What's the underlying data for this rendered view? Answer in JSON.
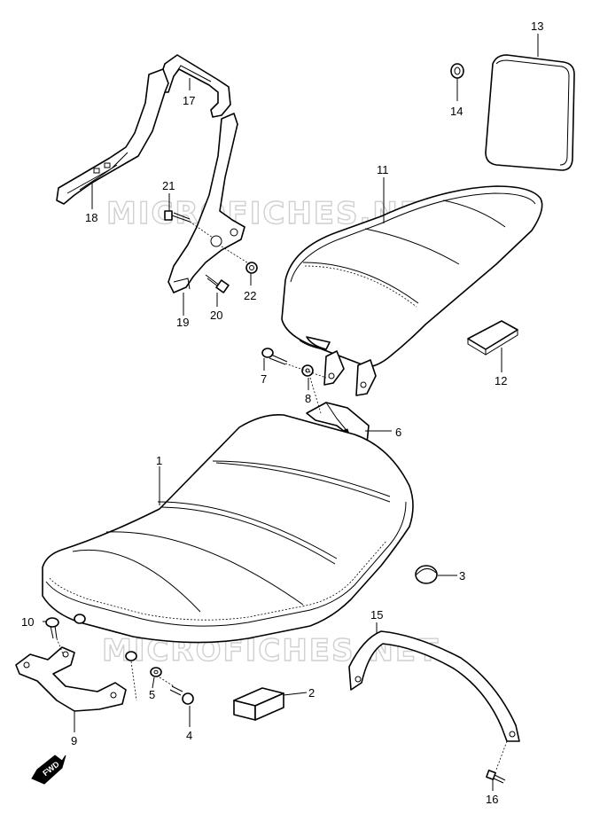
{
  "watermarks": [
    "MICROFICHES.NET",
    "MICROFICHES.NET"
  ],
  "fwd_label": "FWD",
  "callouts": [
    {
      "id": "1",
      "label": "1"
    },
    {
      "id": "2",
      "label": "2"
    },
    {
      "id": "3",
      "label": "3"
    },
    {
      "id": "4",
      "label": "4"
    },
    {
      "id": "5",
      "label": "5"
    },
    {
      "id": "6",
      "label": "6"
    },
    {
      "id": "7",
      "label": "7"
    },
    {
      "id": "8",
      "label": "8"
    },
    {
      "id": "9",
      "label": "9"
    },
    {
      "id": "10",
      "label": "10"
    },
    {
      "id": "11",
      "label": "11"
    },
    {
      "id": "12",
      "label": "12"
    },
    {
      "id": "13",
      "label": "13"
    },
    {
      "id": "14",
      "label": "14"
    },
    {
      "id": "15",
      "label": "15"
    },
    {
      "id": "16",
      "label": "16"
    },
    {
      "id": "17",
      "label": "17"
    },
    {
      "id": "18",
      "label": "18"
    },
    {
      "id": "19",
      "label": "19"
    },
    {
      "id": "20",
      "label": "20"
    },
    {
      "id": "21",
      "label": "21"
    },
    {
      "id": "22",
      "label": "22"
    }
  ]
}
